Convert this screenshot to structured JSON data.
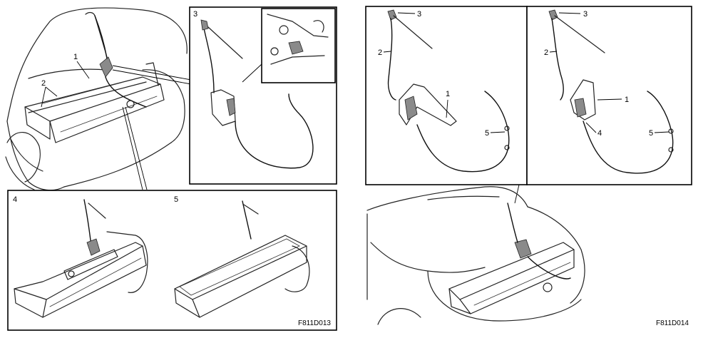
{
  "figure_left": {
    "code": "F811D013",
    "main_callouts": [
      "1",
      "2"
    ],
    "detail_3_label": "3",
    "detail_4_label": "4",
    "detail_5_label": "5"
  },
  "figure_right": {
    "code": "F811D014",
    "panel_a": {
      "labels": [
        "3",
        "2",
        "1",
        "5"
      ]
    },
    "panel_b": {
      "labels": [
        "3",
        "2",
        "1",
        "4",
        "5"
      ]
    }
  }
}
